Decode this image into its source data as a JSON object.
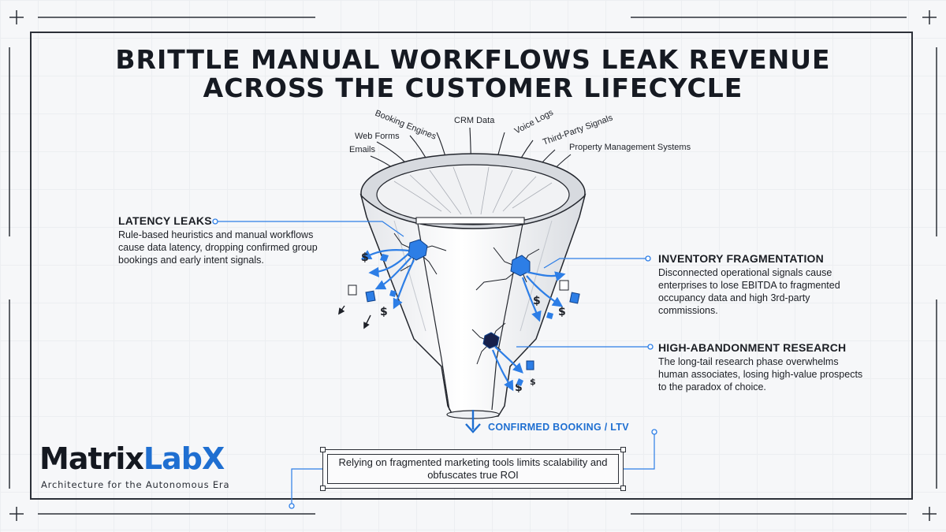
{
  "title": {
    "line1": "BRITTLE MANUAL WORKFLOWS LEAK REVENUE",
    "line2": "ACROSS THE CUSTOMER LIFECYCLE"
  },
  "sources": [
    "Emails",
    "Web Forms",
    "Booking Engines",
    "CRM Data",
    "Voice Logs",
    "Third-Party Signals",
    "Property Management Systems"
  ],
  "callouts": {
    "latency": {
      "title": "LATENCY LEAKS",
      "body": "Rule-based heuristics and manual workflows cause data latency, dropping confirmed group bookings and early intent signals."
    },
    "inventory": {
      "title": "INVENTORY FRAGMENTATION",
      "body": "Disconnected operational signals cause enterprises to lose EBITDA to fragmented occupancy data and high 3rd-party commissions."
    },
    "abandonment": {
      "title": "HIGH-ABANDONMENT RESEARCH",
      "body": "The long-tail research phase overwhelms human associates, losing high-value prospects to the paradox of choice."
    }
  },
  "outcome_label": "CONFIRMED BOOKING / LTV",
  "note": "Relying on fragmented marketing tools limits scalability and obfuscates true ROI",
  "brand": {
    "name_part1": "Matrix",
    "name_part2": "LabX",
    "tagline": "Architecture for the Autonomous Era"
  },
  "colors": {
    "accent": "#1f6fd1",
    "ink": "#1b1e24",
    "crack_blue": "#2d7ee6"
  },
  "icons": [
    "dollar-icon",
    "document-icon",
    "envelope-icon",
    "arrow-icon",
    "crack-icon"
  ]
}
